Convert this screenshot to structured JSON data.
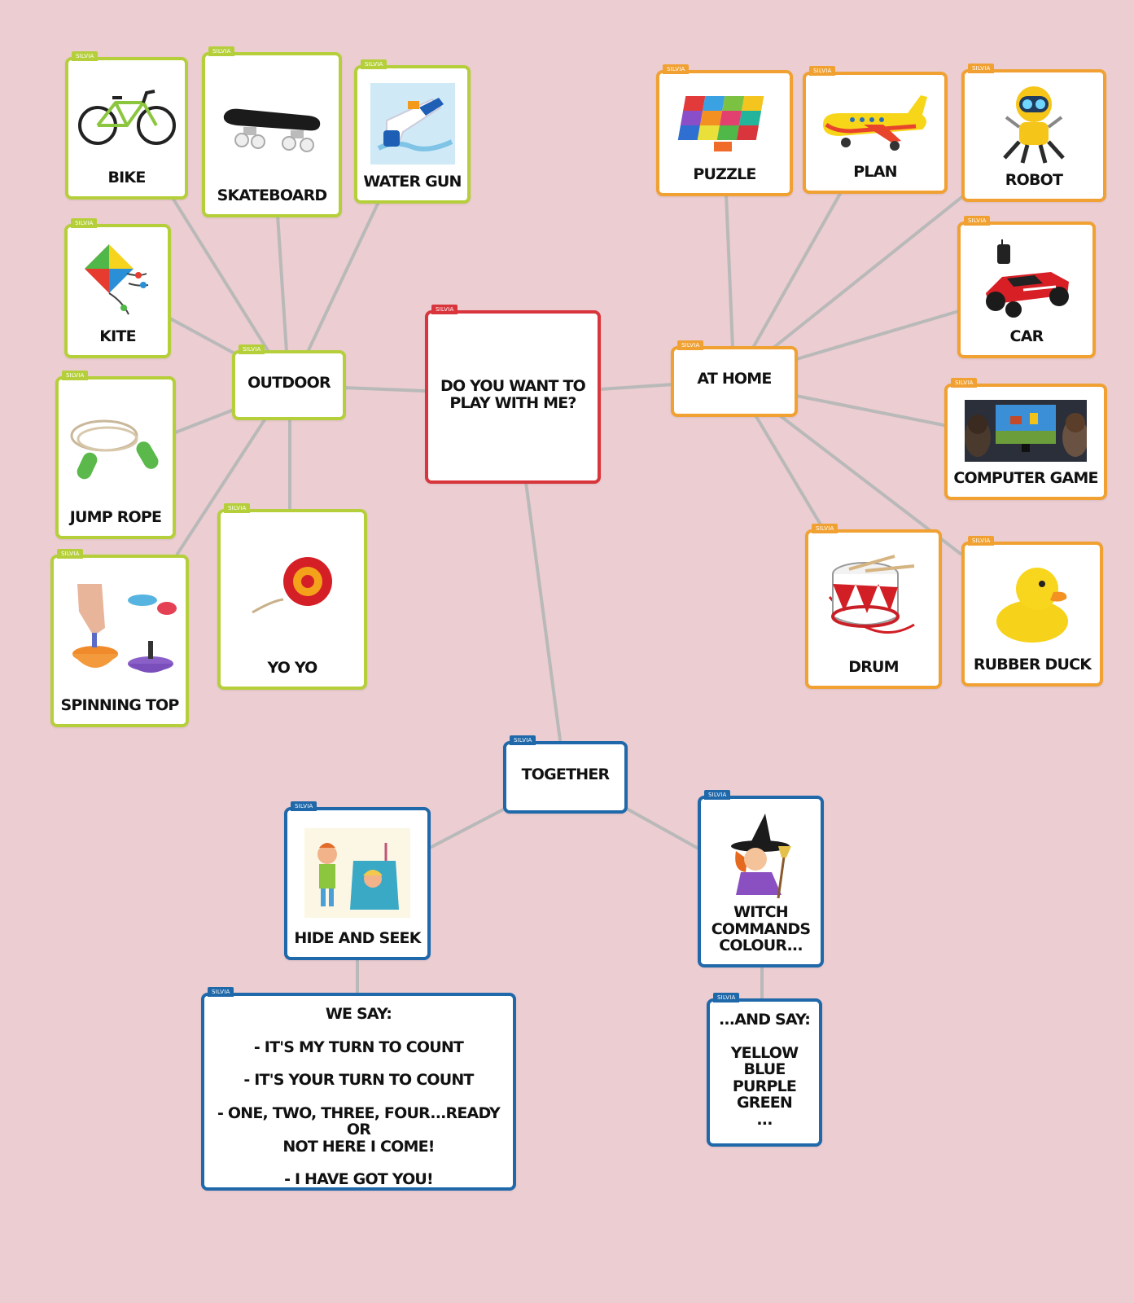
{
  "colors": {
    "background": "#eccdd1",
    "outdoor": "#b5cf3b",
    "at_home": "#f0a132",
    "root": "#d9353c",
    "together": "#1f68aa",
    "connector": "#b9b9b9"
  },
  "tag_text": "SILVIA",
  "root": {
    "label": "DO YOU WANT TO\nPLAY WITH ME?"
  },
  "outdoor": {
    "label": "OUTDOOR",
    "items": {
      "bike": {
        "label": "BIKE",
        "icon": "bike-icon"
      },
      "skateboard": {
        "label": "SKATEBOARD",
        "icon": "skateboard-icon"
      },
      "water_gun": {
        "label": "WATER GUN",
        "icon": "water-gun-icon"
      },
      "kite": {
        "label": "KITE",
        "icon": "kite-icon"
      },
      "jump_rope": {
        "label": "JUMP ROPE",
        "icon": "jump-rope-icon"
      },
      "spinning_top": {
        "label": "SPINNING TOP",
        "icon": "spinning-top-icon"
      },
      "yo_yo": {
        "label": "YO YO",
        "icon": "yo-yo-icon"
      }
    }
  },
  "at_home": {
    "label": "AT HOME",
    "items": {
      "puzzle": {
        "label": "PUZZLE",
        "icon": "puzzle-icon"
      },
      "plan": {
        "label": "PLAN",
        "icon": "airplane-icon"
      },
      "robot": {
        "label": "ROBOT",
        "icon": "robot-icon"
      },
      "car": {
        "label": "CAR",
        "icon": "rc-car-icon"
      },
      "computer_game": {
        "label": "COMPUTER GAME",
        "icon": "computer-game-icon"
      },
      "drum": {
        "label": "DRUM",
        "icon": "drum-icon"
      },
      "rubber_duck": {
        "label": "RUBBER DUCK",
        "icon": "rubber-duck-icon"
      }
    }
  },
  "together": {
    "label": "TOGETHER",
    "items": {
      "hide_and_seek": {
        "label": "HIDE AND SEEK",
        "icon": "hide-and-seek-icon"
      },
      "witch": {
        "label": "WITCH\nCOMMANDS\nCOLOUR...",
        "icon": "witch-icon"
      },
      "we_say": {
        "heading": "WE SAY:",
        "lines": [
          "- IT'S MY TURN TO COUNT",
          "- IT'S YOUR TURN TO COUNT",
          "- ONE, TWO, THREE, FOUR...READY OR\nNOT HERE I COME!",
          "- I HAVE GOT YOU!"
        ]
      },
      "and_say": {
        "heading": "...AND SAY:",
        "colours": "YELLOW\nBLUE\nPURPLE\nGREEN\n..."
      }
    }
  }
}
